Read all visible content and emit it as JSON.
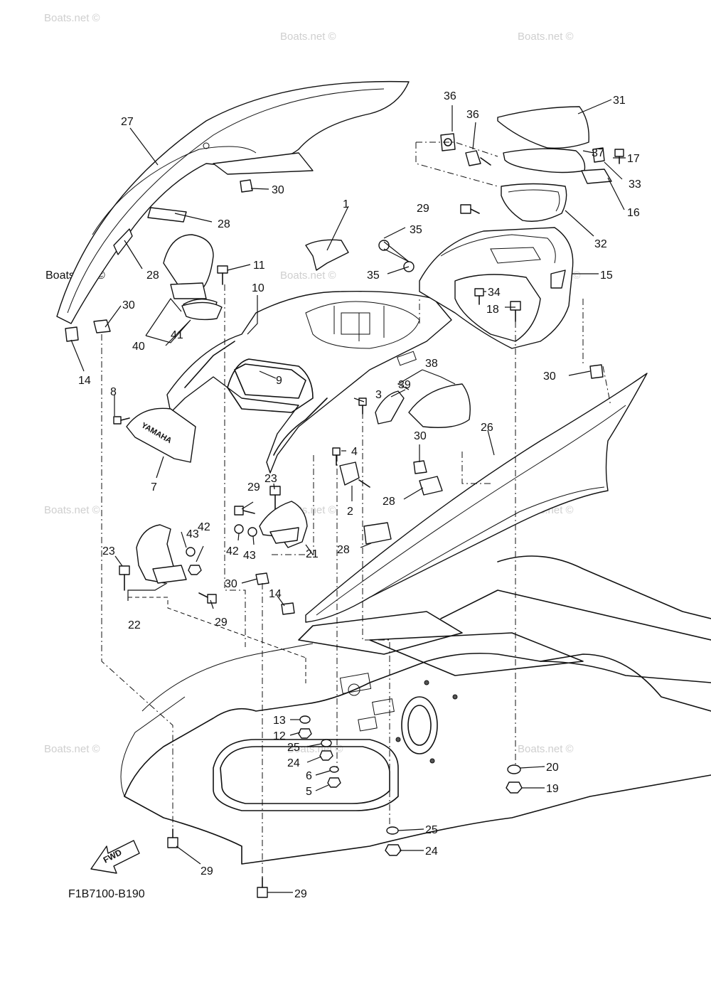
{
  "diagram": {
    "code": "F1B7100-B190",
    "fwd_label": "FWD",
    "brand_label": "YAMAHA",
    "watermark": "Boats.net ©",
    "watermark_plain": "Boats.net",
    "callouts": [
      "1",
      "2",
      "3",
      "4",
      "5",
      "6",
      "7",
      "8",
      "9",
      "10",
      "11",
      "12",
      "13",
      "14",
      "15",
      "16",
      "17",
      "18",
      "19",
      "20",
      "21",
      "22",
      "23",
      "24",
      "25",
      "26",
      "27",
      "28",
      "29",
      "30",
      "31",
      "32",
      "33",
      "34",
      "35",
      "36",
      "37",
      "38",
      "39",
      "40",
      "41",
      "42",
      "43"
    ]
  },
  "colors": {
    "line": "#111111",
    "watermark": "#cfcfcf",
    "background": "#ffffff"
  }
}
